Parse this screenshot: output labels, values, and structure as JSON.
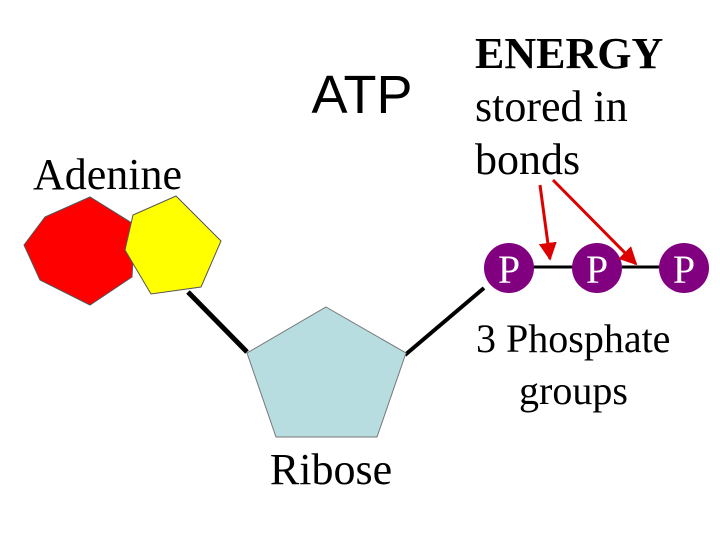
{
  "title": "ATP",
  "adenine_label": "Adenine",
  "ribose_label": "Ribose",
  "energy": {
    "heading": "ENERGY",
    "line2": "stored in",
    "line3": "bonds"
  },
  "phosphates": {
    "symbols": [
      "P",
      "P",
      "P"
    ],
    "caption_line1": "3 Phosphate",
    "caption_line2": "groups"
  },
  "colors": {
    "adenine_hexagon": "#ff0000",
    "adenine_pentagon": "#ffff00",
    "ribose": "#b8dde1",
    "phosphate": "#800080",
    "phosphate_text": "#ffffff",
    "arrow": "#dd0000",
    "bond": "#000000"
  }
}
